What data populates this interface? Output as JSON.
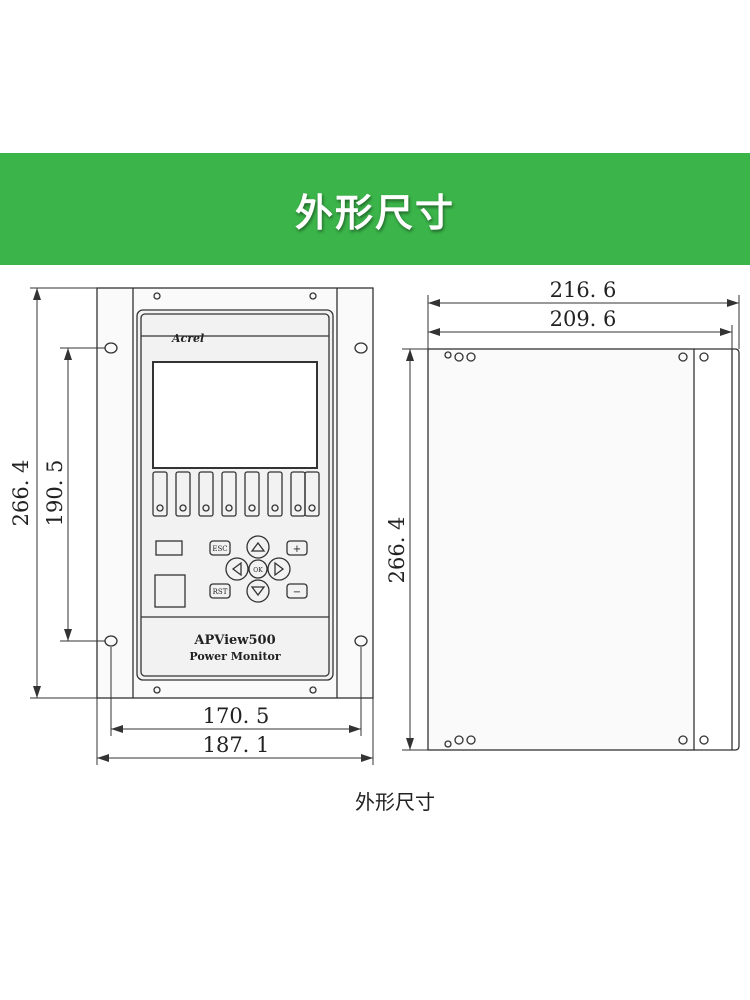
{
  "header": {
    "title": "外形尺寸"
  },
  "caption": "外形尺寸",
  "front_view": {
    "brand": "Acrel",
    "model": "APView500",
    "subtitle": "Power Monitor",
    "keys": {
      "esc": "ESC",
      "ok": "OK",
      "rst": "RST",
      "plus": "+",
      "minus": "−"
    },
    "dimensions": {
      "overall_height": "266. 4",
      "mount_height": "190. 5",
      "mount_width": "170. 5",
      "overall_width": "187. 1"
    }
  },
  "side_view": {
    "dimensions": {
      "overall_width": "216. 6",
      "body_width": "209. 6",
      "height": "266. 4"
    }
  }
}
